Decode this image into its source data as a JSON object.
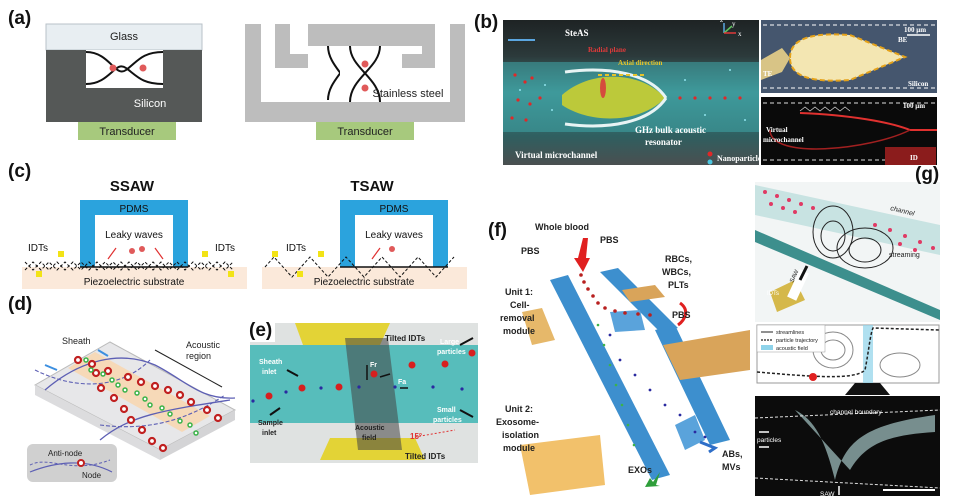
{
  "figure": {
    "panels": {
      "a": {
        "label": "(a)",
        "left": {
          "top_layer": "Glass",
          "body": "Silicon",
          "base": "Transducer"
        },
        "right": {
          "body": "Stainless steel",
          "base": "Transducer"
        }
      },
      "b": {
        "label": "(b)",
        "main": {
          "steas": "SteAS",
          "radial_plane": "Radial plane",
          "axial_direction": "Axial direction",
          "resonator_line1": "GHz bulk acoustic",
          "resonator_line2": "resonator",
          "virtual_microchannel": "Virtual microchannel",
          "legend_nanoparticles": "Nanoparticles",
          "axis_z": "z",
          "axis_y": "y",
          "axis_x": "x"
        },
        "top_right": {
          "scale": "100 μm",
          "be": "BE",
          "te": "TE",
          "silicon": "Silicon"
        },
        "bottom_right": {
          "scale": "100 μm",
          "virtual_line1": "Virtual",
          "virtual_line2": "microchannel",
          "id": "ID"
        }
      },
      "c": {
        "label": "(c)",
        "ssaw": {
          "title": "SSAW",
          "pdms": "PDMS",
          "leaky": "Leaky waves",
          "idts_left": "IDTs",
          "idts_right": "IDTs",
          "substrate": "Piezoelectric substrate"
        },
        "tsaw": {
          "title": "TSAW",
          "pdms": "PDMS",
          "leaky": "Leaky waves",
          "idts": "IDTs",
          "substrate": "Piezoelectric substrate"
        }
      },
      "d": {
        "label": "(d)",
        "sheath": "Sheath",
        "acoustic_line1": "Acoustic",
        "acoustic_line2": "region",
        "legend_antinode": "Anti-node",
        "legend_node": "Node"
      },
      "e": {
        "label": "(e)",
        "tilted_top": "Tilted IDTs",
        "tilted_bottom": "Tilted IDTs",
        "large_line1": "Large",
        "large_line2": "particles",
        "sheath_line1": "Sheath",
        "sheath_line2": "inlet",
        "sample_line1": "Sample",
        "sample_line2": "inlet",
        "small_line1": "Small",
        "small_line2": "particles",
        "field_line1": "Acoustic",
        "field_line2": "field",
        "fr": "Fr",
        "fa": "Fa",
        "angle": "15°"
      },
      "f": {
        "label": "(f)",
        "whole_blood": "Whole blood",
        "pbs_left": "PBS",
        "pbs_right": "PBS",
        "pbs_mid": "PBS",
        "rbc_line1": "RBCs,",
        "rbc_line2": "WBCs,",
        "rbc_line3": "PLTs",
        "unit1_line1": "Unit 1:",
        "unit1_line2": "Cell-",
        "unit1_line3": "removal",
        "unit1_line4": "module",
        "unit2_line1": "Unit 2:",
        "unit2_line2": "Exosome-",
        "unit2_line3": "isolation",
        "unit2_line4": "module",
        "exos": "EXOs",
        "abs_line1": "ABs,",
        "abs_line2": "MVs"
      },
      "g": {
        "label": "(g)",
        "channel": "channel",
        "streaming": "streaming",
        "saw": "SAW",
        "idts": "IDTs",
        "legend_streamlines": "streamlines",
        "legend_trajectory": "particle trajectory",
        "legend_field": "acoustic field",
        "boundary": "channel boundary",
        "particles": "particles",
        "saw_bottom": "SAW"
      }
    }
  }
}
